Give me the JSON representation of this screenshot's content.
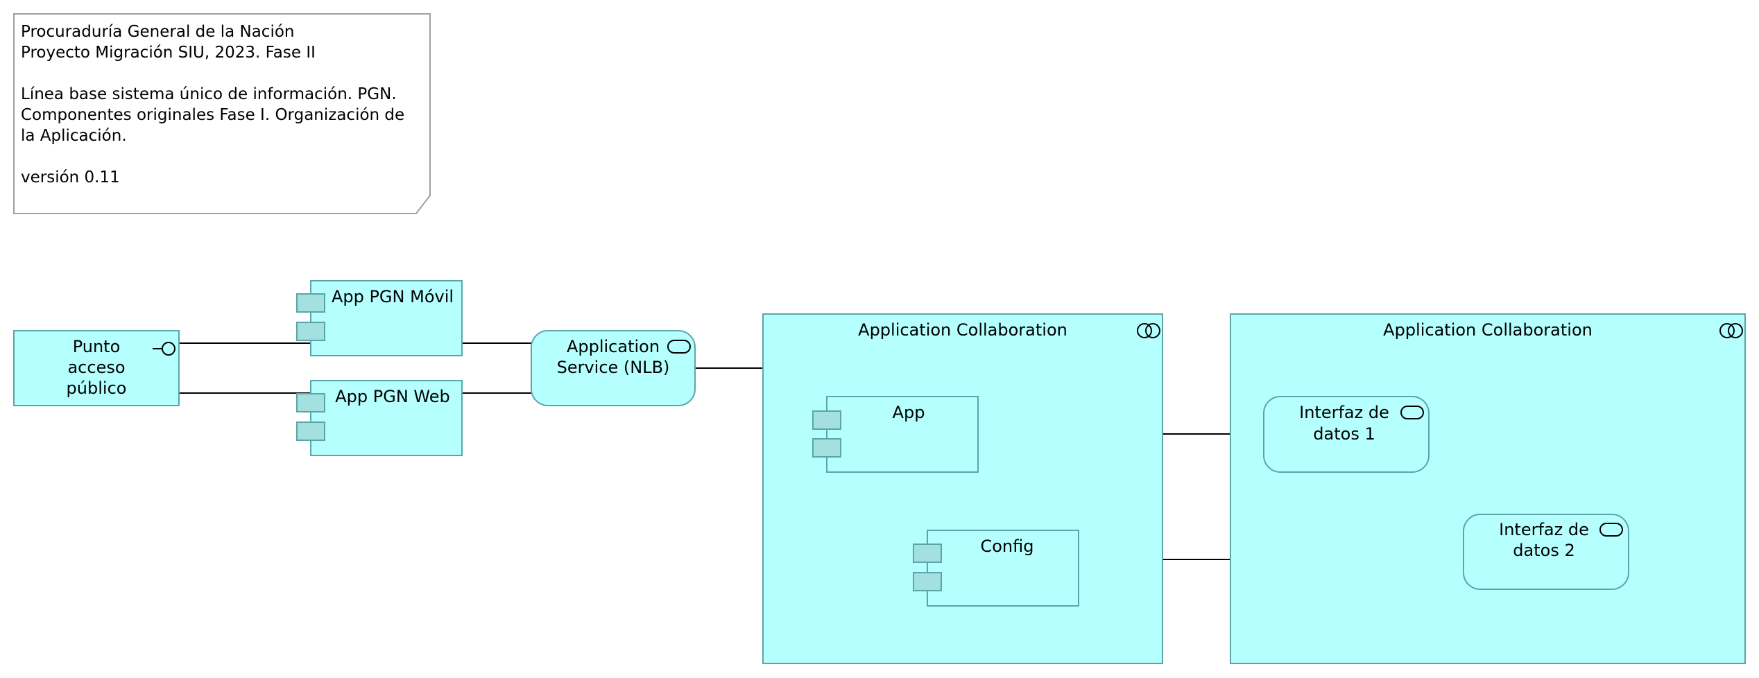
{
  "note": {
    "lines": [
      "Procuraduría General de la Nación",
      "Proyecto Migración SIU, 2023. Fase II",
      "",
      "Línea base sistema único de información. PGN.",
      "Componentes originales Fase I. Organización de",
      "la Aplicación.",
      "",
      "versión 0.11"
    ]
  },
  "nodes": {
    "punto_acceso": {
      "lines": [
        "Punto",
        "acceso",
        "público"
      ],
      "icon": "interface-icon"
    },
    "app_movil": {
      "lines": [
        "App PGN Móvil"
      ],
      "icon": "component-icon"
    },
    "app_web": {
      "lines": [
        "App PGN Web"
      ],
      "icon": "component-icon"
    },
    "app_service": {
      "lines": [
        "Application",
        "Service (NLB)"
      ],
      "icon": "service-icon"
    },
    "collab_1": {
      "lines": [
        "Application Collaboration"
      ],
      "icon": "collaboration-icon"
    },
    "collab_2": {
      "lines": [
        "Application Collaboration"
      ],
      "icon": "collaboration-icon"
    },
    "app": {
      "lines": [
        "App"
      ],
      "icon": "component-icon"
    },
    "config": {
      "lines": [
        "Config"
      ],
      "icon": "component-icon"
    },
    "interfaz_1": {
      "lines": [
        "Interfaz de",
        "datos 1"
      ],
      "icon": "service-icon"
    },
    "interfaz_2": {
      "lines": [
        "Interfaz de",
        "datos 2"
      ],
      "icon": "service-icon"
    }
  },
  "colors": {
    "fill": "#b5ffff",
    "stroke": "#5aa5aa",
    "component_tab": "#a5e0e0",
    "note_stroke": "#a0a0a0",
    "connector": "#000000"
  }
}
